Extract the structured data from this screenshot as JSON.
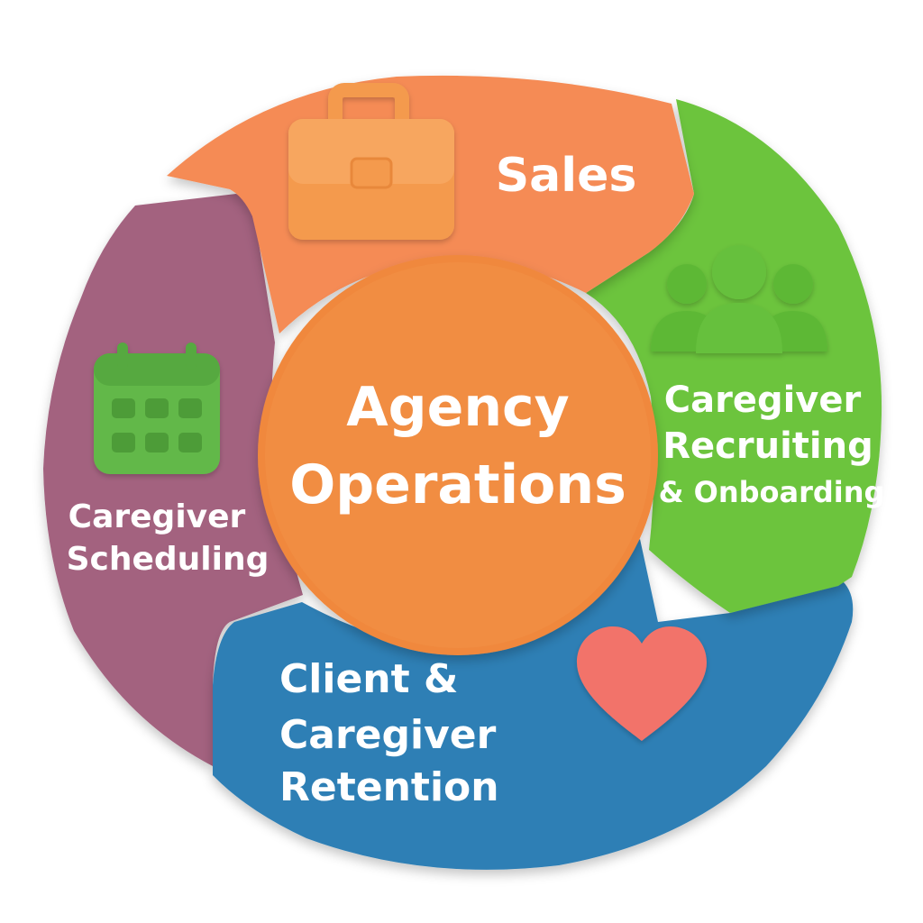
{
  "center": {
    "line1": "Agency",
    "line2": "Operations",
    "color": "#F0883E"
  },
  "segments": [
    {
      "id": "sales",
      "lines": [
        "Sales"
      ],
      "color": "#F58B55",
      "icon": "briefcase-icon",
      "icon_color": "#F49A4E"
    },
    {
      "id": "recruiting",
      "lines": [
        "Caregiver",
        "Recruiting",
        "& Onboarding"
      ],
      "color": "#6CC43E",
      "icon": "people-group-icon",
      "icon_color": "#5DB836"
    },
    {
      "id": "retention",
      "lines": [
        "Client &",
        "Caregiver",
        "Retention"
      ],
      "color": "#2F7FB5",
      "icon": "heart-icon",
      "icon_color": "#F2736A"
    },
    {
      "id": "scheduling",
      "lines": [
        "Caregiver",
        "Scheduling"
      ],
      "color": "#A3627F",
      "icon": "calendar-icon",
      "icon_color": "#62B849"
    }
  ]
}
